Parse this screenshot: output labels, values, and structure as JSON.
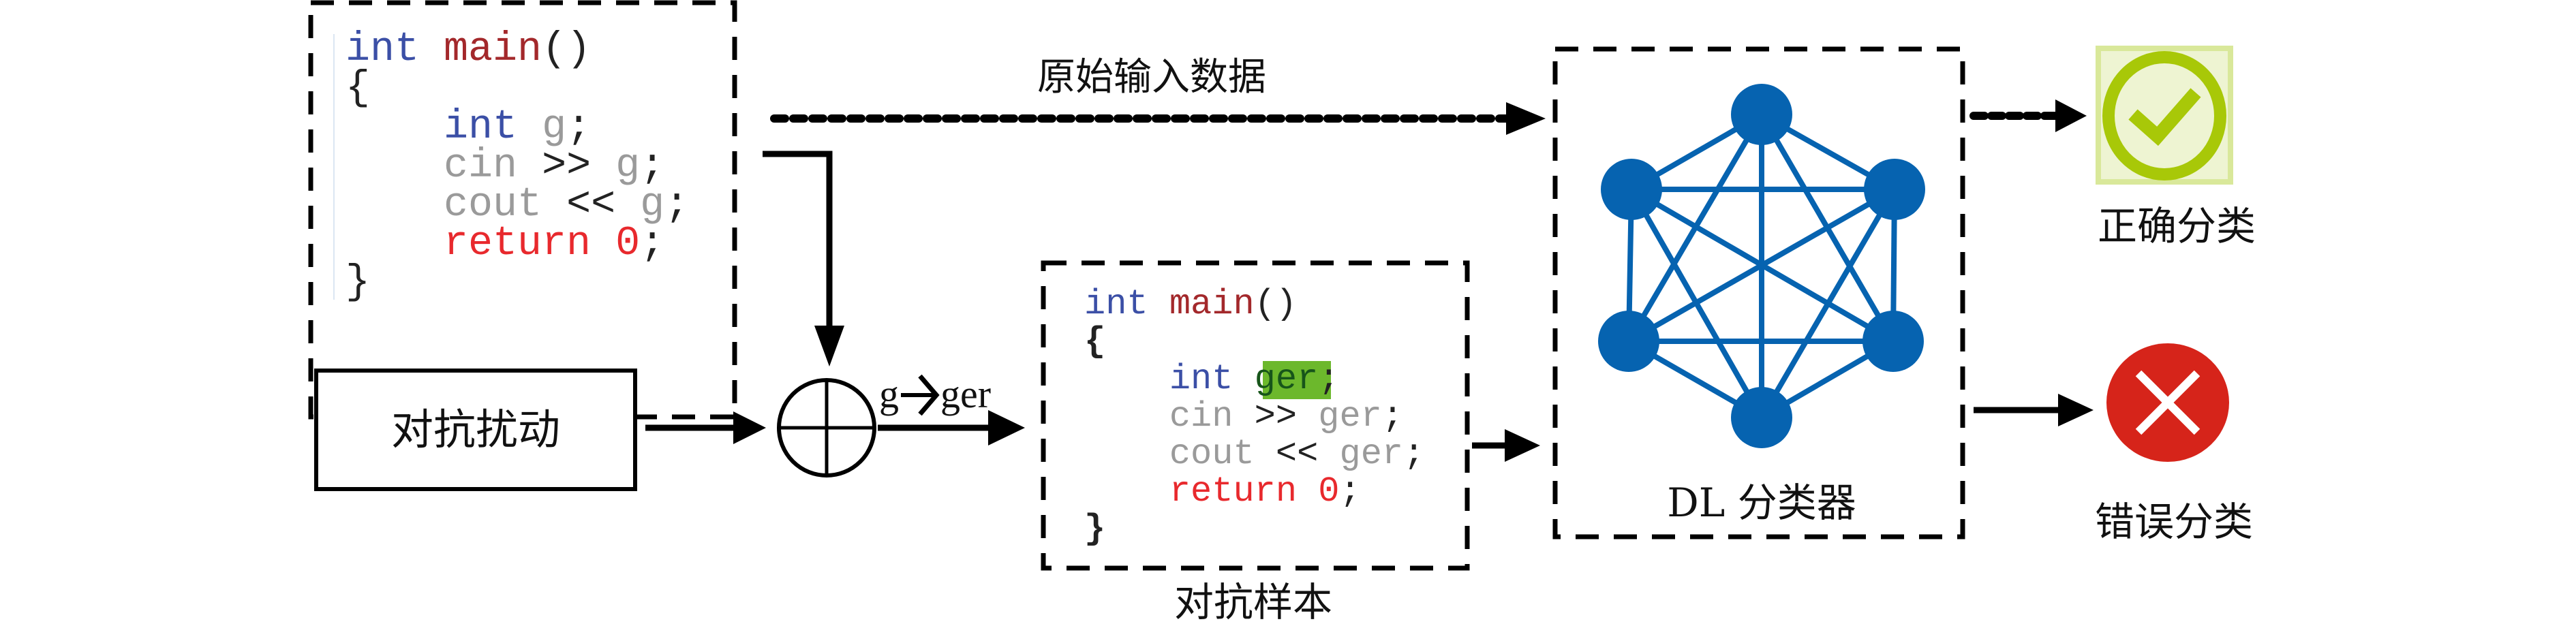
{
  "labels": {
    "original_input": "原始输入数据",
    "perturbation": "对抗扰动",
    "substitution": {
      "from": "g",
      "to": "ger"
    },
    "adversarial_sample": "对抗样本",
    "classifier": "DL 分类器",
    "correct": "正确分类",
    "wrong": "错误分类"
  },
  "icons": {
    "network": "neural-network-icon",
    "correct": "check-circle-icon",
    "wrong": "x-circle-icon"
  },
  "colors": {
    "keyword": "#3b4fa6",
    "function": "#a3282b",
    "identifier": "#9a9a9a",
    "return": "#e8292d",
    "punct": "#222222",
    "highlight_bg": "#6cb82c",
    "highlight_fg": "#17551a",
    "network": "#0663b0",
    "check": "#a8c808",
    "check_bg": "#d9e89a",
    "error": "#d6241a"
  },
  "code_original": [
    [
      {
        "t": "int ",
        "c": "keyword"
      },
      {
        "t": "main",
        "c": "function"
      },
      {
        "t": "()",
        "c": "punct"
      }
    ],
    [
      {
        "t": "{",
        "c": "punct"
      }
    ],
    [
      {
        "t": "    "
      },
      {
        "t": "int ",
        "c": "keyword"
      },
      {
        "t": "g",
        "c": "identifier"
      },
      {
        "t": ";",
        "c": "punct"
      }
    ],
    [
      {
        "t": "    "
      },
      {
        "t": "cin ",
        "c": "identifier"
      },
      {
        "t": ">> ",
        "c": "punct"
      },
      {
        "t": "g",
        "c": "identifier"
      },
      {
        "t": ";",
        "c": "punct"
      }
    ],
    [
      {
        "t": "    "
      },
      {
        "t": "cout ",
        "c": "identifier"
      },
      {
        "t": "<< ",
        "c": "punct"
      },
      {
        "t": "g",
        "c": "identifier"
      },
      {
        "t": ";",
        "c": "punct"
      }
    ],
    [
      {
        "t": "    "
      },
      {
        "t": "return ",
        "c": "return"
      },
      {
        "t": "0",
        "c": "return"
      },
      {
        "t": ";",
        "c": "punct"
      }
    ],
    [
      {
        "t": "}",
        "c": "punct"
      }
    ]
  ],
  "code_adversarial": [
    [
      {
        "t": "int ",
        "c": "keyword"
      },
      {
        "t": "main",
        "c": "function"
      },
      {
        "t": "()",
        "c": "punct"
      }
    ],
    [
      {
        "t": "{",
        "c": "punct",
        "b": true
      }
    ],
    [
      {
        "t": "    "
      },
      {
        "t": "int ",
        "c": "keyword"
      },
      {
        "t": "ger",
        "c": "highlight_fg",
        "hl": true
      },
      {
        "t": ";",
        "c": "punct"
      }
    ],
    [
      {
        "t": "    "
      },
      {
        "t": "cin ",
        "c": "identifier"
      },
      {
        "t": ">> ",
        "c": "punct"
      },
      {
        "t": "ger",
        "c": "identifier"
      },
      {
        "t": ";",
        "c": "punct"
      }
    ],
    [
      {
        "t": "    "
      },
      {
        "t": "cout ",
        "c": "identifier"
      },
      {
        "t": "<< ",
        "c": "punct"
      },
      {
        "t": "ger",
        "c": "identifier"
      },
      {
        "t": ";",
        "c": "punct"
      }
    ],
    [
      {
        "t": "    "
      },
      {
        "t": "return ",
        "c": "return"
      },
      {
        "t": "0",
        "c": "return"
      },
      {
        "t": ";",
        "c": "punct"
      }
    ],
    [
      {
        "t": "}",
        "c": "punct",
        "b": true
      }
    ]
  ]
}
